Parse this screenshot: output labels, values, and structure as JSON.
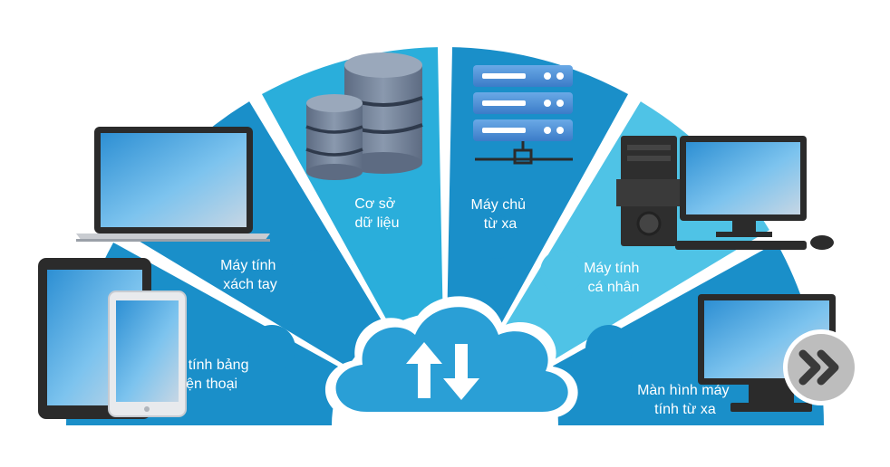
{
  "segments": [
    {
      "id": "tablet",
      "lines": [
        "Máy tính bảng",
        "Điện thoại"
      ]
    },
    {
      "id": "laptop",
      "lines": [
        "Máy tính",
        "xách tay"
      ]
    },
    {
      "id": "database",
      "lines": [
        "Cơ sở",
        "dữ liệu"
      ]
    },
    {
      "id": "server",
      "lines": [
        "Máy chủ",
        "từ xa"
      ]
    },
    {
      "id": "pc",
      "lines": [
        "Máy tính",
        "cá nhân"
      ]
    },
    {
      "id": "remote",
      "lines": [
        "Màn hình máy",
        "tính từ xa"
      ]
    }
  ],
  "colors": {
    "seg_dark": "#1a8fc9",
    "seg_mid": "#2aaedb",
    "seg_light": "#4fc3e6",
    "cloud": "#2a9fd6",
    "device_frame": "#2b2b2b",
    "screen": "#3fa6dc",
    "db_body": "#6f7f96",
    "server_body": "#4f90d9",
    "arrow_badge": "#bdbdbd"
  },
  "icons": {
    "center": "cloud-upload-download-icon",
    "badge": "double-chevron-right-icon"
  }
}
